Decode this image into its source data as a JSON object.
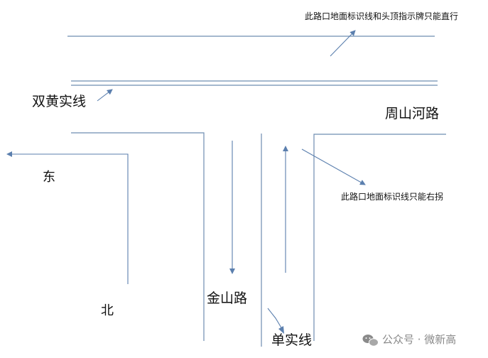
{
  "labels": {
    "top_note": "此路口地面标识线和头顶指示牌只能直行",
    "double_yellow": "双黄实线",
    "zhoushan_road": "周山河路",
    "east": "东",
    "right_note": "此路口地面标识线只能右拐",
    "north": "北",
    "jinshan_road": "金山路",
    "single_line": "单实线",
    "watermark": "公众号 · 微新高"
  },
  "colors": {
    "road_line": "#6e8db1",
    "arrow": "#5b7fae",
    "text": "#111111",
    "watermark": "#8a8a8a"
  },
  "icons": {
    "watermark": "wechat-icon"
  }
}
